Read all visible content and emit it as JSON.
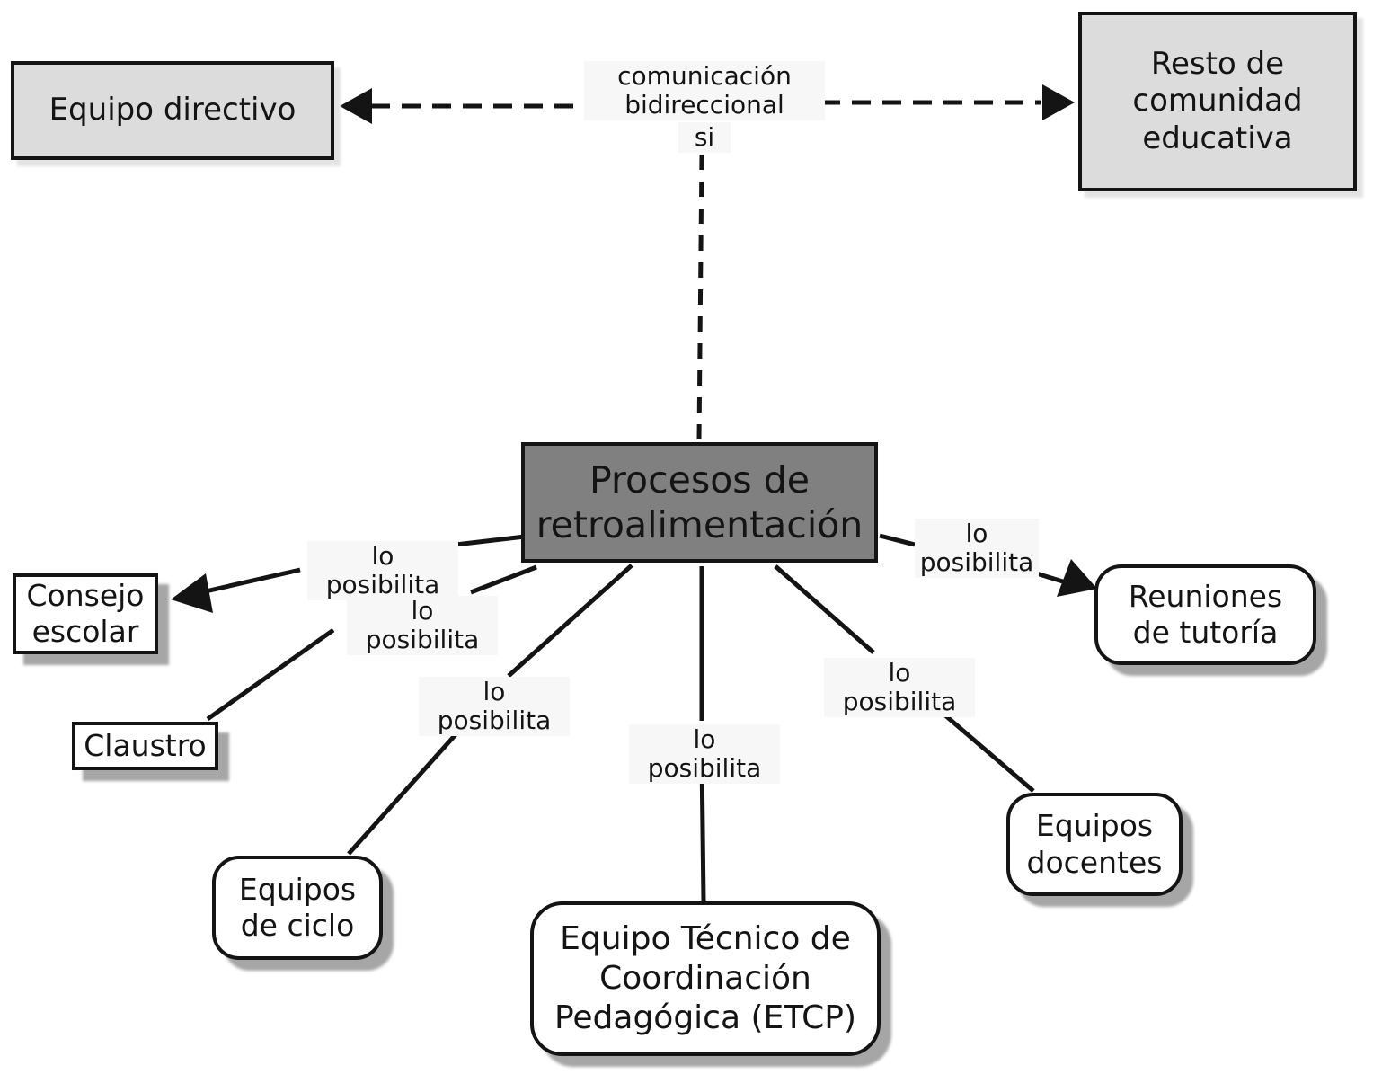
{
  "diagram_title": "Mapa conceptual de procesos de retroalimentación",
  "colors": {
    "background": "#ffffff",
    "node_light_gray": "#dcdcdc",
    "node_dark_gray": "#808080",
    "node_white": "#ffffff",
    "border_and_lines": "#141414",
    "shadow": "#a6a6a6"
  },
  "nodes": {
    "equipo_directivo": {
      "label": "Equipo directivo"
    },
    "resto_comunidad": {
      "label": "Resto de\ncomunidad\neducativa"
    },
    "procesos": {
      "label": "Procesos de\nretroalimentación"
    },
    "consejo_escolar": {
      "label": "Consejo\nescolar"
    },
    "claustro": {
      "label": "Claustro"
    },
    "equipos_ciclo": {
      "label": "Equipos\nde ciclo"
    },
    "etcp": {
      "label": "Equipo Técnico de\nCoordinación\nPedagógica (ETCP)"
    },
    "equipos_docentes": {
      "label": "Equipos\ndocentes"
    },
    "reuniones_tutoria": {
      "label": "Reuniones\nde tutoría"
    }
  },
  "edge_labels": {
    "comunicacion": "comunicación\nbidireccional",
    "si": "si",
    "consejo": "lo posibilita",
    "claustro": "lo posibilita",
    "ciclo": "lo posibilita",
    "etcp": "lo posibilita",
    "docentes": "lo posibilita",
    "reuniones": "lo\nposibilita"
  }
}
